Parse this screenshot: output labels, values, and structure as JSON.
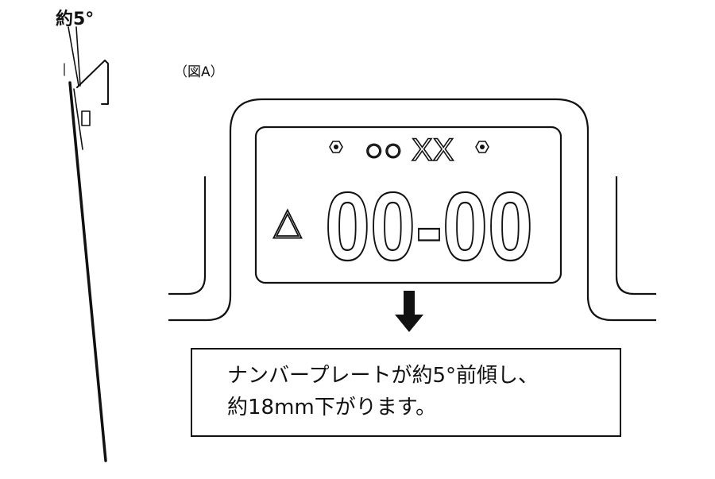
{
  "labels": {
    "angle": "約5°",
    "figure": "（図A）"
  },
  "plate": {
    "top_text": "○○ XX",
    "triangle_mark": "△",
    "number": "00-00"
  },
  "caption": {
    "line1": "ナンバープレートが約5°前傾し、",
    "line2": "約18mm下がります。"
  },
  "colors": {
    "stroke": "#111111",
    "background": "#ffffff"
  },
  "icons": {
    "arrow": "down-arrow-icon",
    "bolt": "hex-bolt-icon"
  }
}
